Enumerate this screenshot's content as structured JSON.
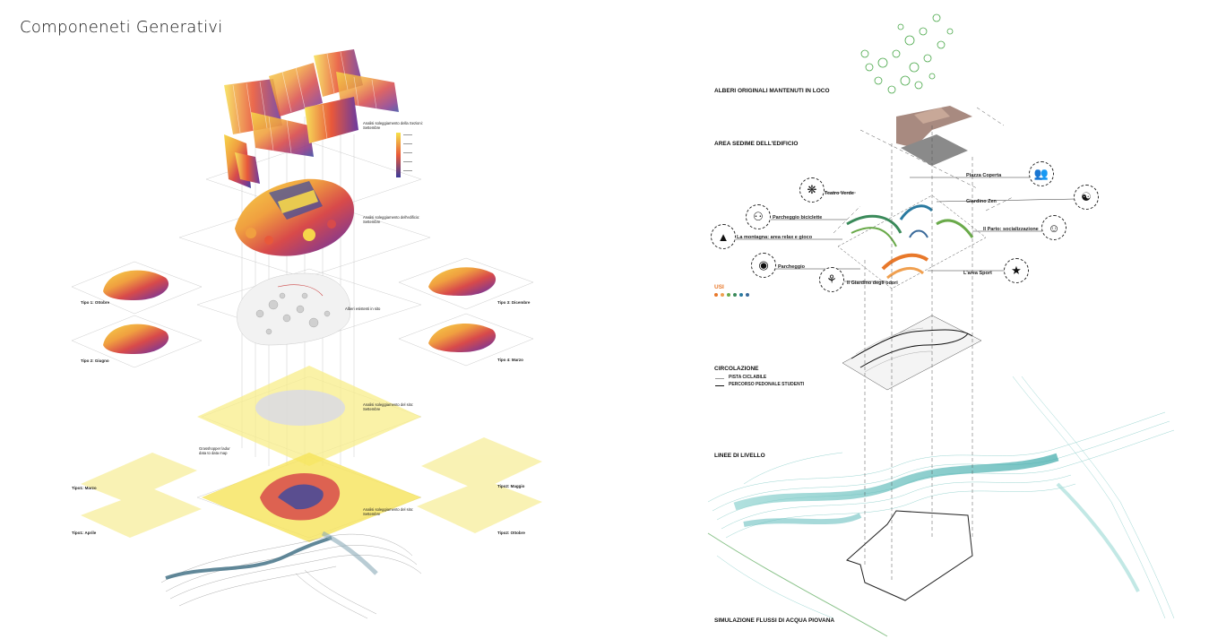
{
  "page_title": "Componeneti Generativi",
  "left": {
    "shadow_structure_label": [
      "Analisi soleggiamento della Sezioni:",
      "Settembre"
    ],
    "building_shadow_label": [
      "Analisi soleggiamento dell'edificio:",
      "Settembre"
    ],
    "trees_label": "Alberi esistenti in sito",
    "site_sun_label": [
      "Analisi soleggiamento del sito:",
      "Settembre"
    ],
    "site_sun_label_2": [
      "Analisi soleggiamento del sito:",
      "Settembre"
    ],
    "grasshopper_label": [
      "Grasshopper ladur",
      "data to data map"
    ],
    "type_labels": {
      "t1": "Tipo 1: Ottobre",
      "t2": "Tipo 2: Giugno",
      "t3": "Tipo 3: Dicembre",
      "t4": "Tipo 4: Marzo",
      "s1": "Tipo1: Marzo",
      "s2": "Tipo1: Aprile",
      "s3": "Tipo2: Maggio",
      "s4": "Tipo2: Ottobre"
    }
  },
  "right": {
    "layers": {
      "trees": "ALBERI ORIGINALI MANTENUTI IN LOCO",
      "footprint": "AREA SEDIME DELL'EDIFICIO",
      "circulation": "CIRCOLAZIONE",
      "contours": "LINEE DI LIVELLO",
      "rain": "SIMULAZIONE  FLUSSI  DI ACQUA PIOVANA"
    },
    "uses_title": "USI",
    "uses_colors": [
      "#e8782a",
      "#f0a050",
      "#6aaa4a",
      "#3a8a5a",
      "#2a7aa0",
      "#3a6a9a"
    ],
    "uses": {
      "piazza": "Piazza Coperta",
      "teatro": "Teatro Verde",
      "giardino_zen": "Giardino Zen",
      "parcheggio_bici": "Parcheggio biciclette",
      "parco": "Il Parto: socializzazione",
      "montagna": "La montagna: area relax e gioco",
      "parcheggio": "Parcheggio",
      "sport": "L'area Sport",
      "giardino_odori": "Il Giardino degli odori"
    },
    "circulation_legend": [
      "PISTA CICLABILE",
      "PERCORSO PEDONALE STUDENTI"
    ]
  }
}
